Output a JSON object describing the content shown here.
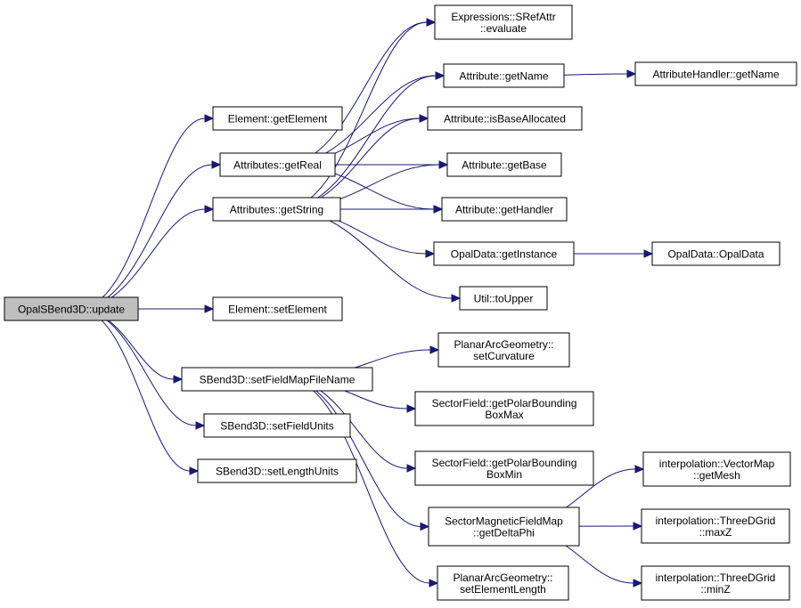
{
  "colors": {
    "edge": "#191970",
    "root_fill": "#bfbfbf",
    "node_fill": "#ffffff",
    "node_border": "#000000"
  },
  "nodes": [
    {
      "id": "root",
      "lines": [
        "OpalSBend3D::update"
      ],
      "root": true
    },
    {
      "id": "getElement",
      "lines": [
        "Element::getElement"
      ]
    },
    {
      "id": "getReal",
      "lines": [
        "Attributes::getReal"
      ]
    },
    {
      "id": "getString",
      "lines": [
        "Attributes::getString"
      ]
    },
    {
      "id": "setElement",
      "lines": [
        "Element::setElement"
      ]
    },
    {
      "id": "setFieldMapFileName",
      "lines": [
        "SBend3D::setFieldMapFileName"
      ]
    },
    {
      "id": "setFieldUnits",
      "lines": [
        "SBend3D::setFieldUnits"
      ]
    },
    {
      "id": "setLengthUnits",
      "lines": [
        "SBend3D::setLengthUnits"
      ]
    },
    {
      "id": "evaluate",
      "lines": [
        "Expressions::SRefAttr",
        "::evaluate"
      ]
    },
    {
      "id": "attrGetName",
      "lines": [
        "Attribute::getName"
      ]
    },
    {
      "id": "isBaseAllocated",
      "lines": [
        "Attribute::isBaseAllocated"
      ]
    },
    {
      "id": "getBase",
      "lines": [
        "Attribute::getBase"
      ]
    },
    {
      "id": "getHandler",
      "lines": [
        "Attribute::getHandler"
      ]
    },
    {
      "id": "getInstance",
      "lines": [
        "OpalData::getInstance"
      ]
    },
    {
      "id": "toUpper",
      "lines": [
        "Util::toUpper"
      ]
    },
    {
      "id": "setCurvature",
      "lines": [
        "PlanarArcGeometry::",
        "setCurvature"
      ]
    },
    {
      "id": "boundMax",
      "lines": [
        "SectorField::getPolarBounding",
        "BoxMax"
      ]
    },
    {
      "id": "boundMin",
      "lines": [
        "SectorField::getPolarBounding",
        "BoxMin"
      ]
    },
    {
      "id": "deltaPhi",
      "lines": [
        "SectorMagneticFieldMap",
        "::getDeltaPhi"
      ]
    },
    {
      "id": "setElementLength",
      "lines": [
        "PlanarArcGeometry::",
        "setElementLength"
      ]
    },
    {
      "id": "handlerGetName",
      "lines": [
        "AttributeHandler::getName"
      ]
    },
    {
      "id": "opalData",
      "lines": [
        "OpalData::OpalData"
      ]
    },
    {
      "id": "getMesh",
      "lines": [
        "interpolation::VectorMap",
        "::getMesh"
      ]
    },
    {
      "id": "maxZ",
      "lines": [
        "interpolation::ThreeDGrid",
        "::maxZ"
      ]
    },
    {
      "id": "minZ",
      "lines": [
        "interpolation::ThreeDGrid",
        "::minZ"
      ]
    }
  ],
  "edges": [
    [
      "root",
      "getElement"
    ],
    [
      "root",
      "getReal"
    ],
    [
      "root",
      "getString"
    ],
    [
      "root",
      "setElement"
    ],
    [
      "root",
      "setFieldMapFileName"
    ],
    [
      "root",
      "setFieldUnits"
    ],
    [
      "root",
      "setLengthUnits"
    ],
    [
      "getReal",
      "evaluate"
    ],
    [
      "getReal",
      "attrGetName"
    ],
    [
      "getReal",
      "isBaseAllocated"
    ],
    [
      "getReal",
      "getBase"
    ],
    [
      "getReal",
      "getHandler"
    ],
    [
      "getString",
      "evaluate"
    ],
    [
      "getString",
      "attrGetName"
    ],
    [
      "getString",
      "isBaseAllocated"
    ],
    [
      "getString",
      "getBase"
    ],
    [
      "getString",
      "getHandler"
    ],
    [
      "getString",
      "getInstance"
    ],
    [
      "getString",
      "toUpper"
    ],
    [
      "attrGetName",
      "handlerGetName"
    ],
    [
      "getInstance",
      "opalData"
    ],
    [
      "setFieldMapFileName",
      "setCurvature"
    ],
    [
      "setFieldMapFileName",
      "boundMax"
    ],
    [
      "setFieldMapFileName",
      "boundMin"
    ],
    [
      "setFieldMapFileName",
      "deltaPhi"
    ],
    [
      "setFieldMapFileName",
      "setElementLength"
    ],
    [
      "deltaPhi",
      "getMesh"
    ],
    [
      "deltaPhi",
      "maxZ"
    ],
    [
      "deltaPhi",
      "minZ"
    ]
  ]
}
